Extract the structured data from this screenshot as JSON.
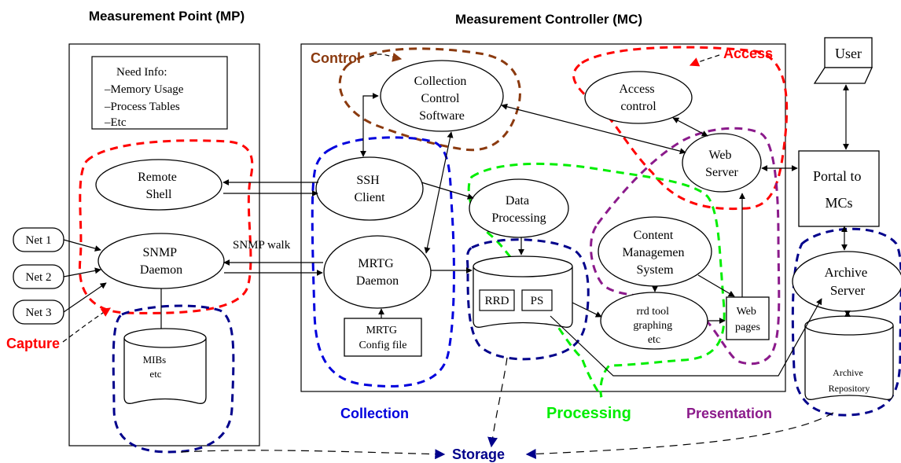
{
  "headings": {
    "mp": "Measurement Point (MP)",
    "mc": "Measurement Controller (MC)"
  },
  "mp": {
    "info_box": [
      "Need Info:",
      "–Memory Usage",
      "–Process Tables",
      "–Etc"
    ],
    "remote_shell": [
      "Remote",
      "Shell"
    ],
    "snmp_daemon": [
      "SNMP",
      "Daemon"
    ],
    "net1": "Net 1",
    "net2": "Net 2",
    "net3": "Net 3",
    "mibs": [
      "MIBs",
      "etc"
    ]
  },
  "mc": {
    "collection_control": [
      "Collection",
      "Control",
      "Software"
    ],
    "access_control": [
      "Access",
      "control"
    ],
    "ssh_client": [
      "SSH",
      "Client"
    ],
    "data_processing": [
      "Data",
      "Processing"
    ],
    "web_server": [
      "Web",
      "Server"
    ],
    "content_mgmt": [
      "Content",
      "Managemen",
      "System"
    ],
    "mrtg_daemon": [
      "MRTG",
      "Daemon"
    ],
    "rrd": "RRD",
    "ps": "PS",
    "rrd_tool": [
      "rrd tool",
      "graphing",
      "etc"
    ],
    "web_pages": [
      "Web",
      "pages"
    ],
    "mrtg_config": [
      "MRTG",
      "Config file"
    ]
  },
  "edge_labels": {
    "snmp_walk": "SNMP walk"
  },
  "external": {
    "user": "User",
    "portal": [
      "Portal to",
      "MCs"
    ],
    "archive_server": [
      "Archive",
      "Server"
    ],
    "archive_repo": [
      "Archive",
      "Repository"
    ]
  },
  "regions": {
    "control": "Control",
    "access": "Access",
    "capture": "Capture",
    "collection": "Collection",
    "processing": "Processing",
    "presentation": "Presentation",
    "storage": "Storage"
  },
  "colors": {
    "control": "#8b3a0f",
    "access": "#ff0000",
    "capture": "#ff0000",
    "collection": "#0000dd",
    "processing": "#00ee00",
    "presentation": "#8b1a8b",
    "storage": "#00008b"
  }
}
